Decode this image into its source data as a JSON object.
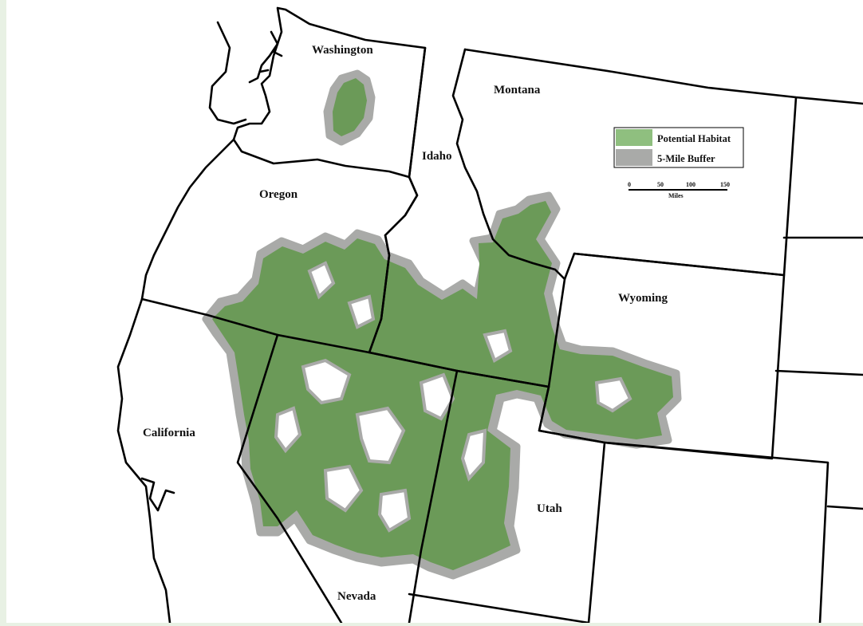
{
  "map": {
    "states": {
      "washington": "Washington",
      "oregon": "Oregon",
      "idaho": "Idaho",
      "montana": "Montana",
      "wyoming": "Wyoming",
      "california": "California",
      "nevada": "Nevada",
      "utah": "Utah"
    },
    "legend": {
      "items": [
        {
          "label": "Potential Habitat",
          "color": "#8fbf7f"
        },
        {
          "label": "5-Mile Buffer",
          "color": "#a9aaa8"
        }
      ]
    },
    "scale": {
      "ticks": [
        "0",
        "50",
        "100",
        "150"
      ],
      "unit": "Miles"
    },
    "colors": {
      "habitat": "#6b9a58",
      "buffer": "#a9aaa8",
      "background": "#e8f1e4"
    }
  }
}
